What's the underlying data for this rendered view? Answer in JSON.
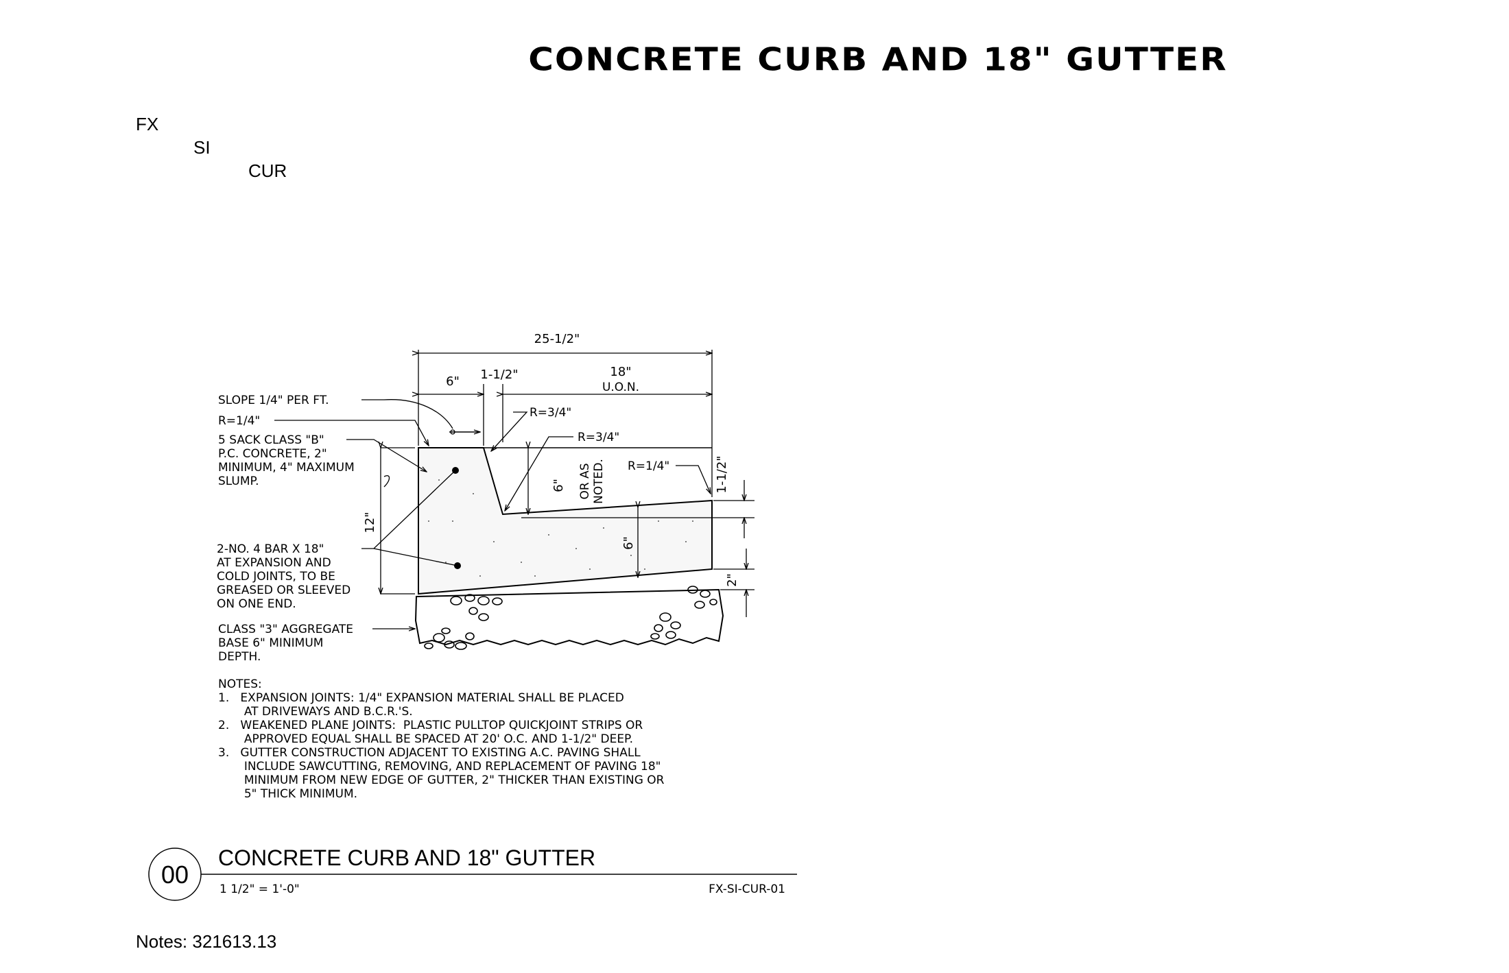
{
  "title": "CONCRETE CURB AND 18\" GUTTER",
  "codes": {
    "level1": "FX",
    "level2": "SI",
    "level3": "CUR"
  },
  "dimensions": {
    "overall": "25-1/2\"",
    "curb": "6\"",
    "transition": "1-1/2\"",
    "gutter": "18\"",
    "gutter_note": "U.O.N.",
    "height": "12\"",
    "curb_face": "6\"",
    "curb_face_note_1": "OR AS",
    "curb_face_note_2": "NOTED.",
    "lip": "1-1/2\"",
    "gutter_depth": "6\"",
    "base_drop": "2\""
  },
  "callouts": {
    "slope": "SLOPE 1/4\" PER FT.",
    "radius_left": "R=1/4\"",
    "radius_top": "R=3/4\"",
    "radius_flow": "R=3/4\"",
    "radius_right": "R=1/4\"",
    "concrete": [
      "5 SACK CLASS \"B\"",
      "P.C. CONCRETE, 2\"",
      "MINIMUM, 4\" MAXIMUM",
      "SLUMP."
    ],
    "rebar": [
      "2-NO. 4 BAR X 18\"",
      "AT EXPANSION AND",
      "COLD JOINTS, TO BE",
      "GREASED OR SLEEVED",
      "ON ONE END."
    ],
    "aggregate": [
      "CLASS \"3\" AGGREGATE",
      "BASE 6\" MINIMUM",
      "DEPTH."
    ]
  },
  "notes": {
    "heading": "NOTES:",
    "lines": [
      "1.   EXPANSION JOINTS: 1/4\" EXPANSION MATERIAL SHALL BE PLACED",
      "       AT DRIVEWAYS AND B.C.R.'S.",
      "2.   WEAKENED PLANE JOINTS:  PLASTIC PULLTOP QUICKJOINT STRIPS OR",
      "       APPROVED EQUAL SHALL BE SPACED AT 20' O.C. AND 1-1/2\" DEEP.",
      "3.   GUTTER CONSTRUCTION ADJACENT TO EXISTING A.C. PAVING SHALL",
      "       INCLUDE SAWCUTTING, REMOVING, AND REPLACEMENT OF PAVING 18\"",
      "       MINIMUM FROM NEW EDGE OF GUTTER, 2\" THICKER THAN EXISTING OR",
      "       5\" THICK MINIMUM."
    ]
  },
  "title_block": {
    "number": "00",
    "title": "CONCRETE CURB AND 18\" GUTTER",
    "scale": "1 1/2\" = 1'-0\"",
    "sheet_id": "FX-SI-CUR-01"
  },
  "footer_notes": "Notes: 321613.13"
}
